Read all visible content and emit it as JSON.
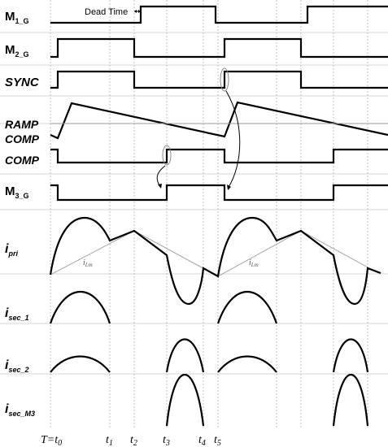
{
  "annotations": {
    "dead_time": "Dead Time",
    "ilm_1": "i",
    "ilm_1_sub": "Lm",
    "ilm_2": "i",
    "ilm_2_sub": "Lm"
  },
  "signals": [
    {
      "id": "m1g",
      "base": "M",
      "sub": "1_G",
      "italic": false
    },
    {
      "id": "m2g",
      "base": "M",
      "sub": "2_G",
      "italic": false
    },
    {
      "id": "sync",
      "base": "SYNC",
      "sub": "",
      "italic": true
    },
    {
      "id": "ramp",
      "base": "RAMP",
      "sub": "",
      "italic": true
    },
    {
      "id": "comp_over",
      "base": "COMP",
      "sub": "",
      "italic": true
    },
    {
      "id": "comp",
      "base": "COMP",
      "sub": "",
      "italic": true
    },
    {
      "id": "m3g",
      "base": "M",
      "sub": "3_G",
      "italic": false
    },
    {
      "id": "ipri",
      "base": "i",
      "sub": "pri",
      "italic": true
    },
    {
      "id": "isec1",
      "base": "i",
      "sub": "sec_1",
      "italic": true
    },
    {
      "id": "isec2",
      "base": "i",
      "sub": "sec_2",
      "italic": true
    },
    {
      "id": "isecm3",
      "base": "i",
      "sub": "sec_M3",
      "italic": true
    }
  ],
  "time_labels": [
    {
      "text": "T=t",
      "sub": "0"
    },
    {
      "text": "t",
      "sub": "1"
    },
    {
      "text": "t",
      "sub": "2"
    },
    {
      "text": "t",
      "sub": "3"
    },
    {
      "text": "t",
      "sub": "4"
    },
    {
      "text": "t",
      "sub": "5"
    }
  ]
}
